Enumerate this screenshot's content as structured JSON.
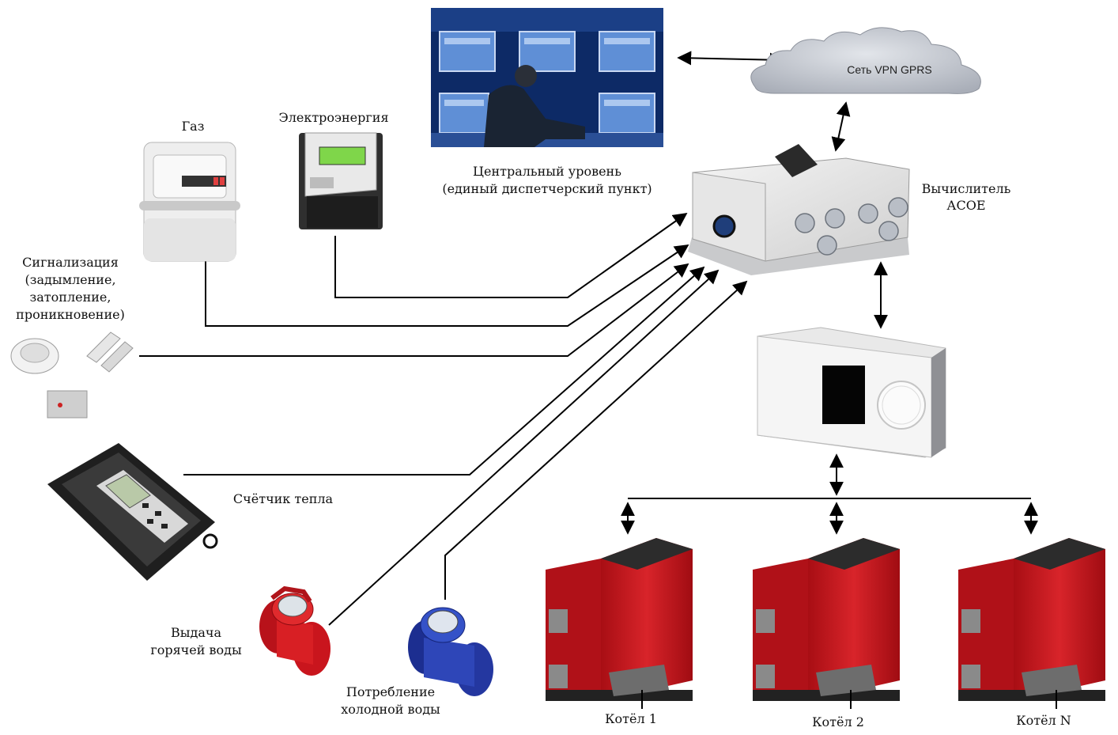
{
  "labels": {
    "gas": "Газ",
    "electricity": "Электроэнергия",
    "central_line1": "Центральный уровень",
    "central_line2": "(единый диспетчерский пункт)",
    "computer_line1": "Вычислитель",
    "computer_line2": "АСОЕ",
    "cloud": "Сеть VPN GPRS",
    "alarm_line1": "Сигнализация",
    "alarm_line2": "(задымление,",
    "alarm_line3": "затопление,",
    "alarm_line4": "проникновение)",
    "heat_meter": "Счётчик тепла",
    "hot_water_line1": "Выдача",
    "hot_water_line2": "горячей воды",
    "cold_water_line1": "Потребление",
    "cold_water_line2": "холодной воды",
    "boiler1": "Котёл 1",
    "boiler2": "Котёл 2",
    "boilerN": "Котёл N"
  },
  "colors": {
    "line": "#000000",
    "boiler_red": "#c8141c",
    "boiler_dark": "#3a3a3a",
    "meter_red": "#d41a1a",
    "meter_blue": "#2540b0",
    "cloud": "#c4c8d0",
    "screen_blue": "#1a3f8a"
  }
}
